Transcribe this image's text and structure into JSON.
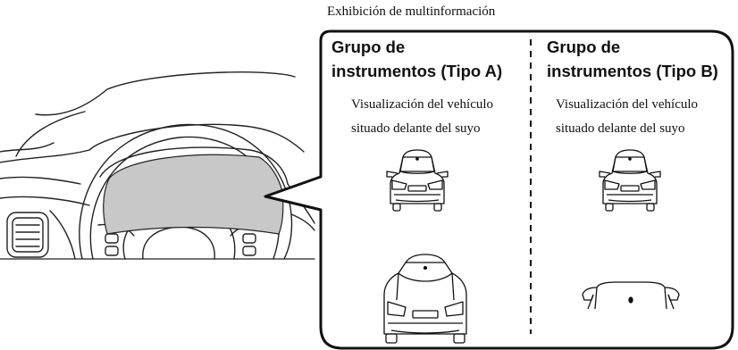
{
  "caption": "Exhibición de multinformación",
  "groups": [
    {
      "title_line1": "Grupo de",
      "title_line2": "instrumentos (Tipo A)",
      "desc_line1": "Visualización del vehículo",
      "desc_line2": "situado delante del suyo"
    },
    {
      "title_line1": "Grupo de",
      "title_line2": "instrumentos (Tipo B)",
      "desc_line1": "Visualización del vehículo",
      "desc_line2": "situado delante del suyo"
    }
  ]
}
